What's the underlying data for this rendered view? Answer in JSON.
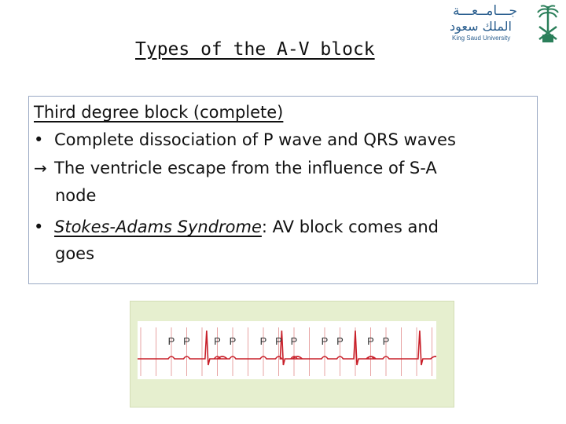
{
  "logo": {
    "arabic_line1": "جـــامــعـــة",
    "arabic_line2": "الملك سعود",
    "english": "King Saud University"
  },
  "slide": {
    "title": "Types of the A-V block",
    "heading": "Third degree block (complete)",
    "bullet_symbol": "•",
    "arrow_symbol": "→",
    "line1": "Complete dissociation of P wave and QRS waves",
    "line2": "The ventricle escape from the influence of S-A",
    "line2_cont": "node",
    "line3_term": "Stokes-Adams Syndrome",
    "line3_rest": ": AV block comes and",
    "line3_cont": "goes"
  },
  "ecg": {
    "p_label": "P",
    "p_positions": [
      2,
      3,
      5,
      6,
      8,
      9,
      10,
      12,
      13,
      15,
      16
    ],
    "qrs_positions": [
      4.3,
      9.2,
      14.0,
      18.2
    ],
    "colors": {
      "grid": "#e7a3a3",
      "trace": "#c8202a",
      "label": "#333333",
      "frame": "#e6efcf"
    }
  }
}
